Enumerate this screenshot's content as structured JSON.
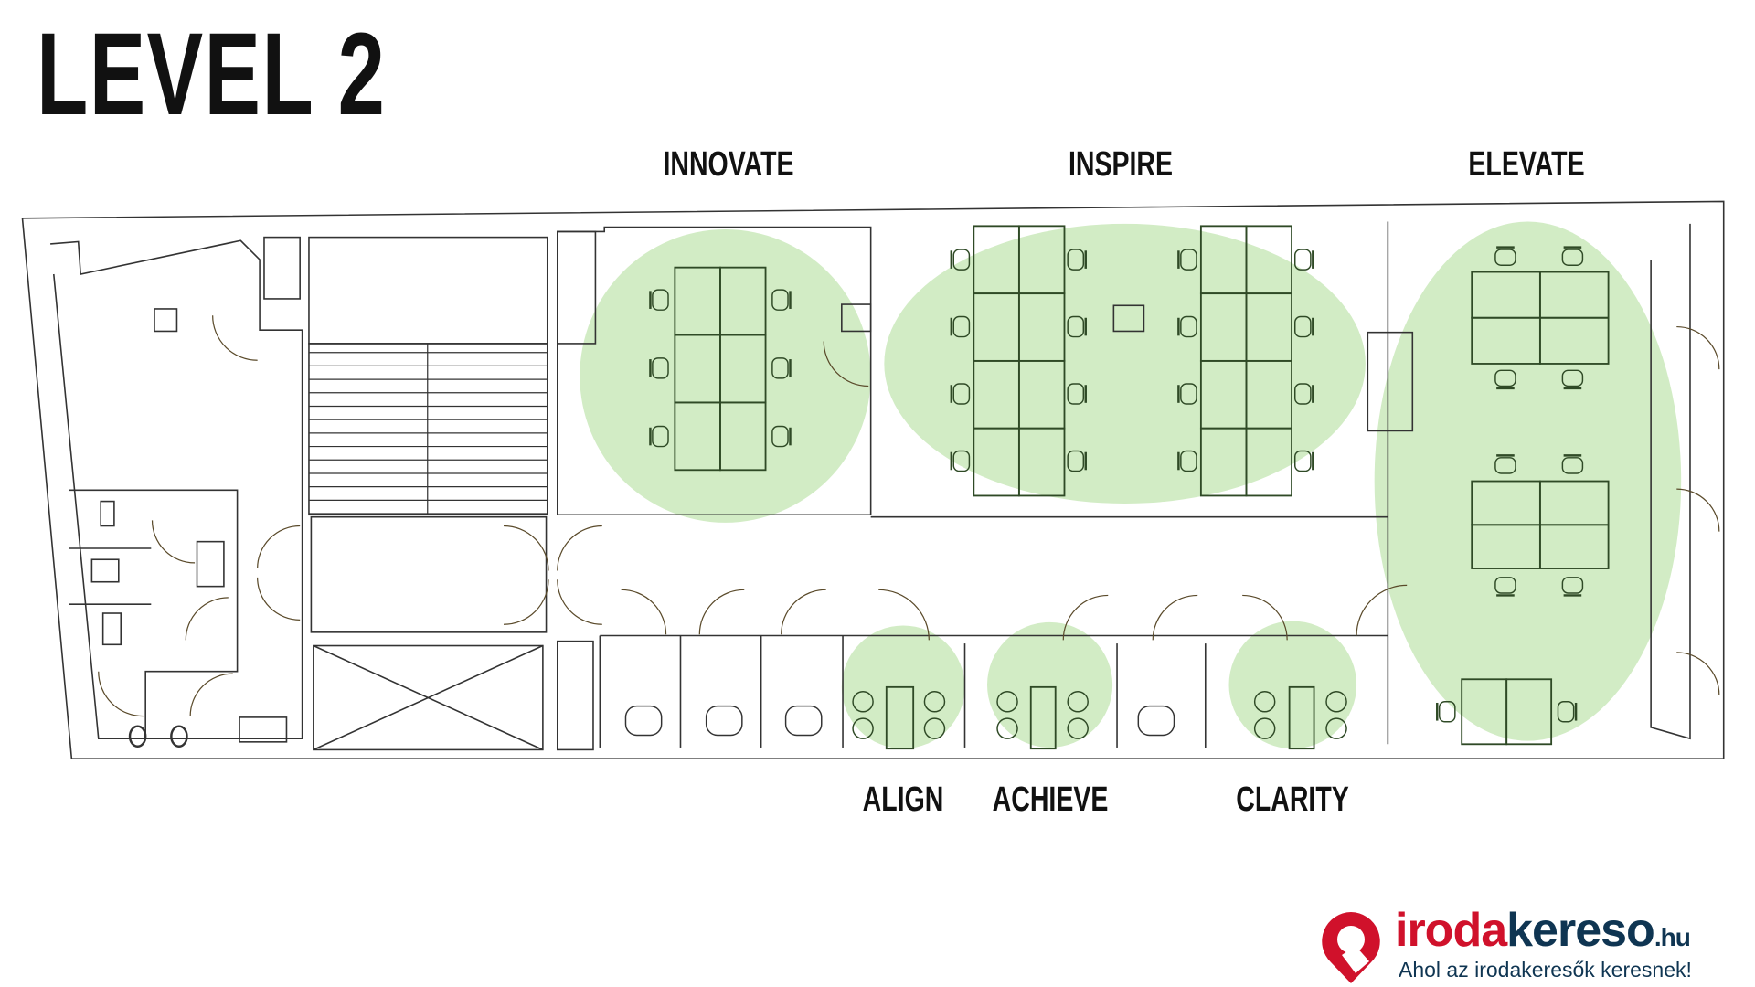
{
  "title": "LEVEL 2",
  "rooms": {
    "innovate": "INNOVATE",
    "inspire": "INSPIRE",
    "elevate": "ELEVATE",
    "align": "ALIGN",
    "achieve": "ACHIEVE",
    "clarity": "CLARITY"
  },
  "logo": {
    "brand_red": "iroda",
    "brand_blue": "kereso",
    "tld": ".hu",
    "tagline": "Ahol az irodakeresők keresnek!"
  },
  "colors": {
    "zone": "#d2ecc5",
    "brand_red": "#d0112b",
    "brand_blue": "#0f3552"
  }
}
